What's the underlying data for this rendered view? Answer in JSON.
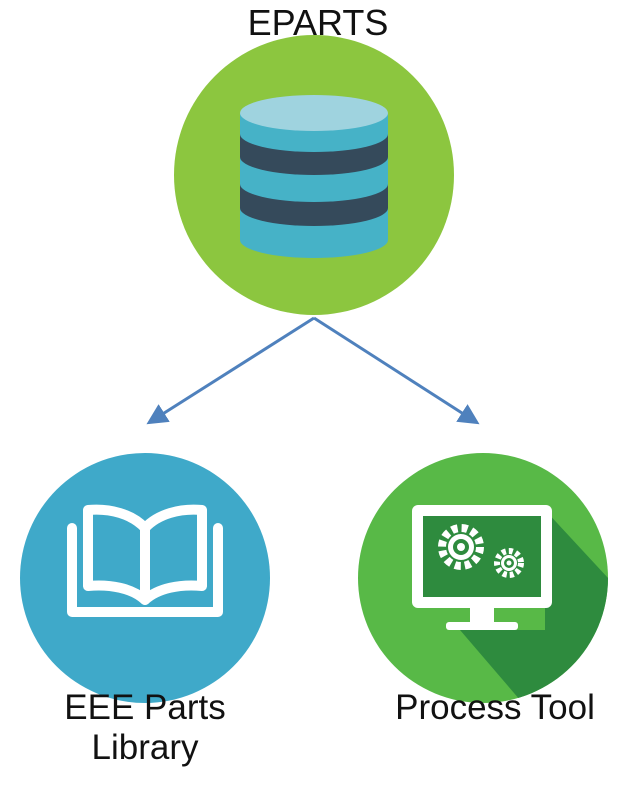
{
  "top_node": {
    "label": "EPARTS",
    "icon": "database-icon",
    "color": "#8cc63f"
  },
  "children": [
    {
      "label": "EEE Parts\nLibrary",
      "icon": "open-book-icon",
      "color": "#3fa9c9"
    },
    {
      "label": "Process Tool",
      "icon": "monitor-gears-icon",
      "color": "#58b947"
    }
  ],
  "edge_color": "#4f81bd"
}
